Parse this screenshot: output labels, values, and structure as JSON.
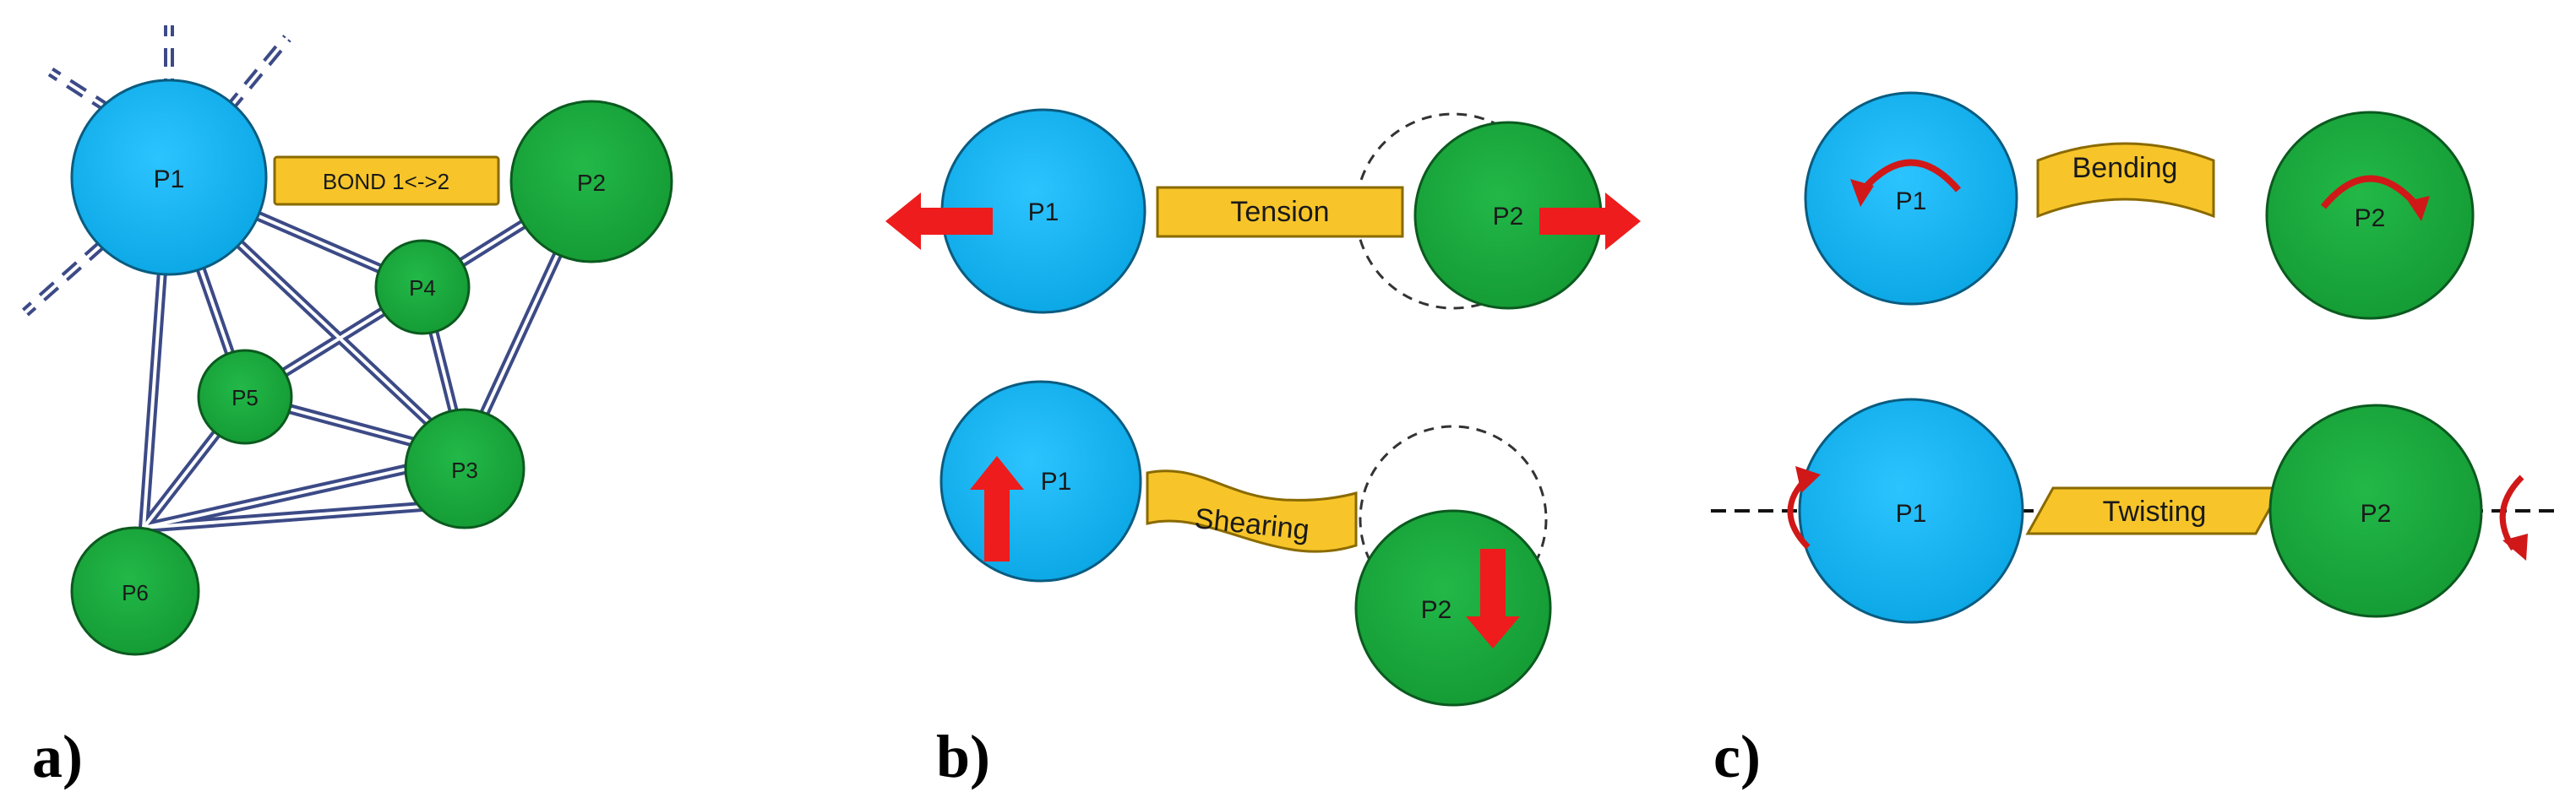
{
  "colors": {
    "primary_particle": "#14b4f0",
    "secondary_particle": "#1aa83c",
    "bond_fill": "#f7c52a",
    "bond_stroke": "#8a6a00",
    "force_arrow": "#ee1c1c",
    "link_line": "#3c4a86"
  },
  "panel_a": {
    "label": "a)",
    "particles": {
      "p1": "P1",
      "p2": "P2",
      "p3": "P3",
      "p4": "P4",
      "p5": "P5",
      "p6": "P6"
    },
    "bond_label": "BOND 1<->2"
  },
  "panel_b": {
    "label": "b)",
    "tension": {
      "p1": "P1",
      "p2": "P2",
      "bond": "Tension"
    },
    "shearing": {
      "p1": "P1",
      "p2": "P2",
      "bond": "Shearing"
    }
  },
  "panel_c": {
    "label": "c)",
    "bending": {
      "p1": "P1",
      "p2": "P2",
      "bond": "Bending"
    },
    "twisting": {
      "p1": "P1",
      "p2": "P2",
      "bond": "Twisting"
    }
  }
}
